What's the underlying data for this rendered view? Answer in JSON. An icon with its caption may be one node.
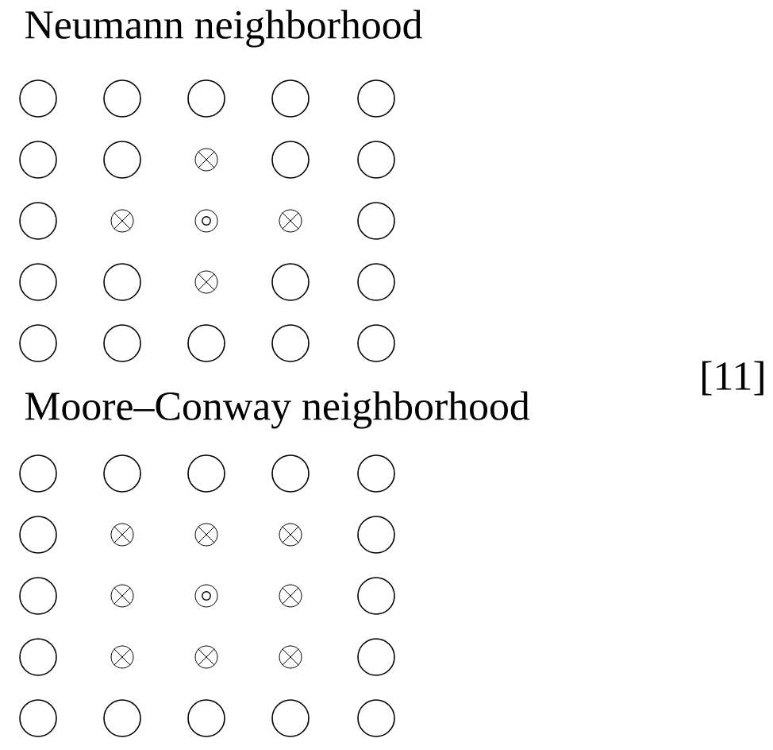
{
  "diagram": {
    "nodes": [
      {
        "text": [],
        "shape": "circle"
      },
      {
        "text": [],
        "shape": "circle"
      },
      {
        "text": [],
        "shape": "circle"
      },
      {
        "text": [],
        "shape": "circle"
      },
      {
        "text": [],
        "shape": "circle"
      },
      {
        "text": [],
        "shape": "circle"
      },
      {
        "text": [],
        "shape": "circle"
      },
      {
        "text": [],
        "shape": "crossed-circle"
      },
      {
        "text": [],
        "shape": "circle"
      },
      {
        "text": [],
        "shape": "circle"
      },
      {
        "text": [],
        "shape": "circle"
      },
      {
        "text": [],
        "shape": "crossed-circle"
      },
      {
        "text": [],
        "shape": "dotted-circle"
      },
      {
        "text": [],
        "shape": "crossed-circle"
      },
      {
        "text": [],
        "shape": "circle"
      },
      {
        "text": [],
        "shape": "circle"
      },
      {
        "text": [],
        "shape": "circle"
      },
      {
        "text": [],
        "shape": "crossed-circle"
      },
      {
        "text": [],
        "shape": "circle"
      },
      {
        "text": [],
        "shape": "circle"
      },
      {
        "text": [],
        "shape": "circle"
      },
      {
        "text": [],
        "shape": "circle"
      },
      {
        "text": [],
        "shape": "circle"
      },
      {
        "text": [],
        "shape": "circle"
      },
      {
        "text": [],
        "shape": "circle"
      },
      {
        "text": [],
        "shape": "circle"
      },
      {
        "text": [],
        "shape": "circle"
      },
      {
        "text": [],
        "shape": "circle"
      },
      {
        "text": [],
        "shape": "circle"
      },
      {
        "text": [],
        "shape": "circle"
      },
      {
        "text": [],
        "shape": "circle"
      },
      {
        "text": [],
        "shape": "crossed-circle"
      },
      {
        "text": [],
        "shape": "crossed-circle"
      },
      {
        "text": [],
        "shape": "crossed-circle"
      },
      {
        "text": [],
        "shape": "circle"
      },
      {
        "text": [],
        "shape": "circle"
      },
      {
        "text": [],
        "shape": "crossed-circle"
      },
      {
        "text": [],
        "shape": "dotted-circle"
      },
      {
        "text": [],
        "shape": "crossed-circle"
      },
      {
        "text": [],
        "shape": "circle"
      },
      {
        "text": [],
        "shape": "circle"
      },
      {
        "text": [],
        "shape": "crossed-circle"
      },
      {
        "text": [],
        "shape": "crossed-circle"
      },
      {
        "text": [],
        "shape": "crossed-circle"
      },
      {
        "text": [],
        "shape": "circle"
      },
      {
        "text": [],
        "shape": "circle"
      },
      {
        "text": [],
        "shape": "circle"
      },
      {
        "text": [],
        "shape": "circle"
      },
      {
        "text": [],
        "shape": "circle"
      },
      {
        "text": [],
        "shape": "circle"
      }
    ],
    "labels": [
      "Neumann neighborhood",
      "[11]",
      "Moore–Conway neighborhood"
    ]
  }
}
